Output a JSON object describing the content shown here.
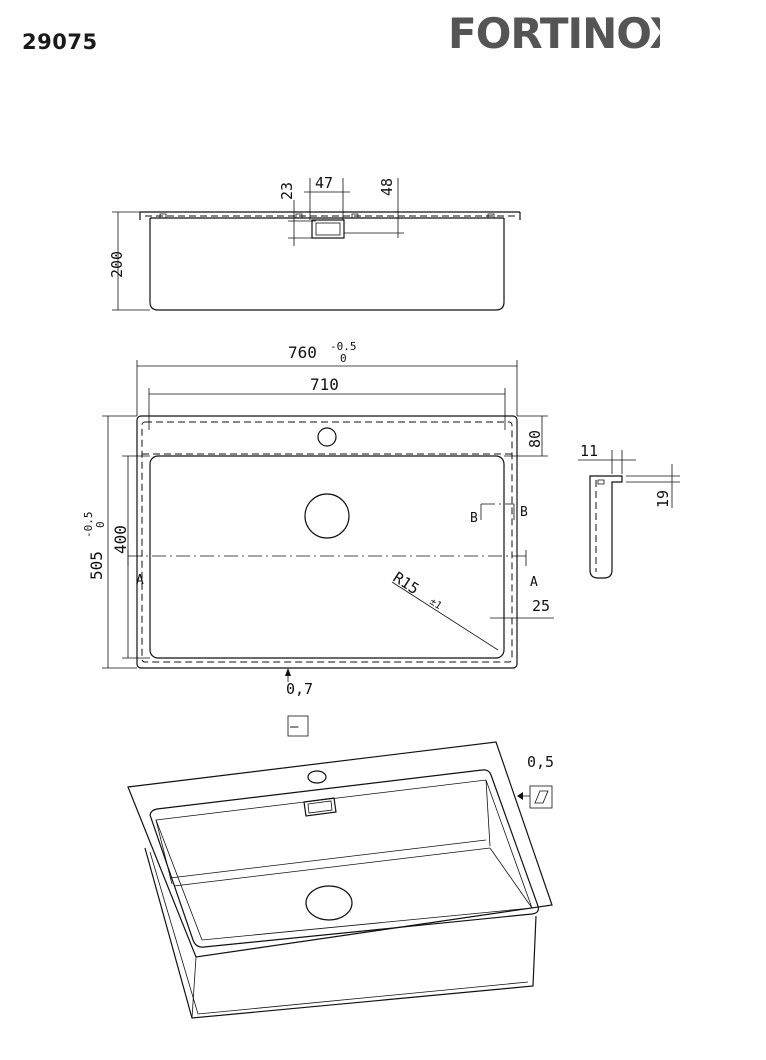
{
  "product_code": "29075",
  "brand": "Fortinox",
  "dimensions": {
    "depth_200": "200",
    "drain_w_47": "47",
    "drain_h_23": "23",
    "edge_48": "48",
    "overall_760": "760",
    "tol_760_upper": "-0.5",
    "tol_760_lower": "0",
    "inner_710": "710",
    "tap_zone_80": "80",
    "lip_11": "11",
    "lip_19": "19",
    "overall_505": "505",
    "tol_505_upper": "-0.5",
    "tol_505_lower": "0",
    "inner_400": "400",
    "radius": "R15",
    "radius_tol": "±1",
    "margin_25": "25",
    "thickness_07": "0,7",
    "flatness_05": "0,5"
  },
  "section_labels": {
    "a_left": "A",
    "a_right": "A",
    "b_left": "B",
    "b_right": "B"
  },
  "tolerance_symbols": {
    "straightness": "—"
  }
}
